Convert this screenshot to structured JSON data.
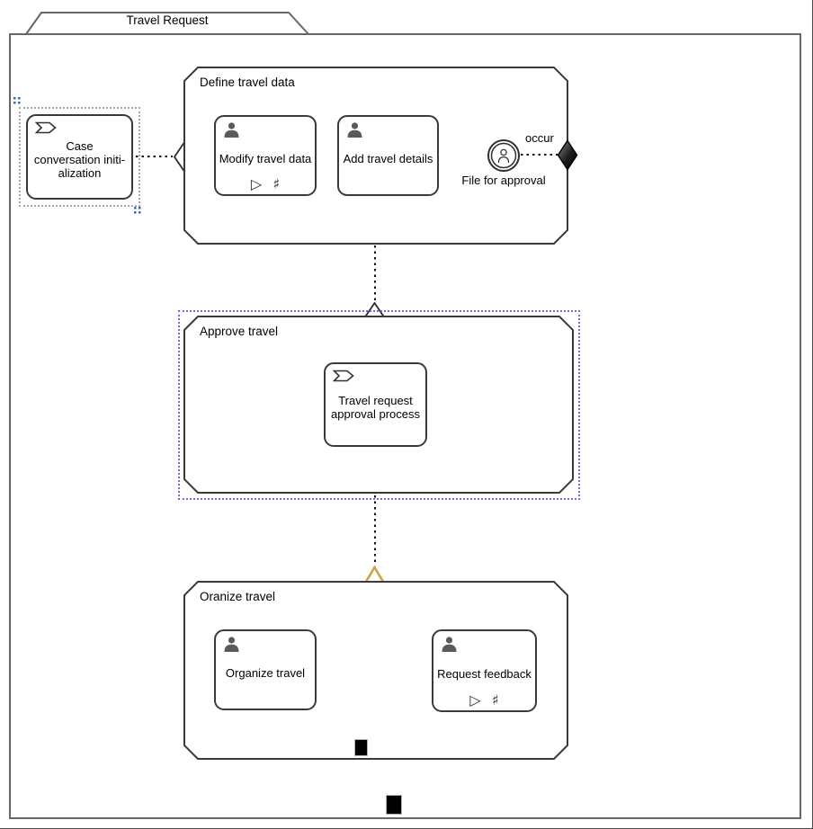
{
  "case": {
    "tab_label": "Travel Request"
  },
  "case_task": {
    "label_lines": [
      "Case",
      "conversation initi-",
      "alization"
    ]
  },
  "stages": {
    "define_travel_data": {
      "label": "Define travel data",
      "tasks": [
        {
          "label": "Modify travel data"
        },
        {
          "label": "Add travel details"
        }
      ],
      "event": {
        "label": "File for approval"
      },
      "edge_label": "occur"
    },
    "approve_travel": {
      "label": "Approve travel",
      "tasks": [
        {
          "label_lines": [
            "Travel request",
            "approval process"
          ]
        }
      ]
    },
    "organize_travel": {
      "label": "Oranize travel",
      "tasks": [
        {
          "label": "Organize travel"
        },
        {
          "label": "Request feedback"
        }
      ]
    }
  },
  "markers": {
    "manual_activation": "▷",
    "repetition": "♯"
  },
  "colors": {
    "case_border": "#676767",
    "stage_border": "#3a3a3a",
    "selection_blue": "#6b6bef",
    "selection_gray": "#a6a6a6",
    "handle_blue": "#3b63c4",
    "highlight_orange": "#d0a43f",
    "person_icon": "#5a5a5a",
    "exit_sentry_dark": "#000000"
  }
}
